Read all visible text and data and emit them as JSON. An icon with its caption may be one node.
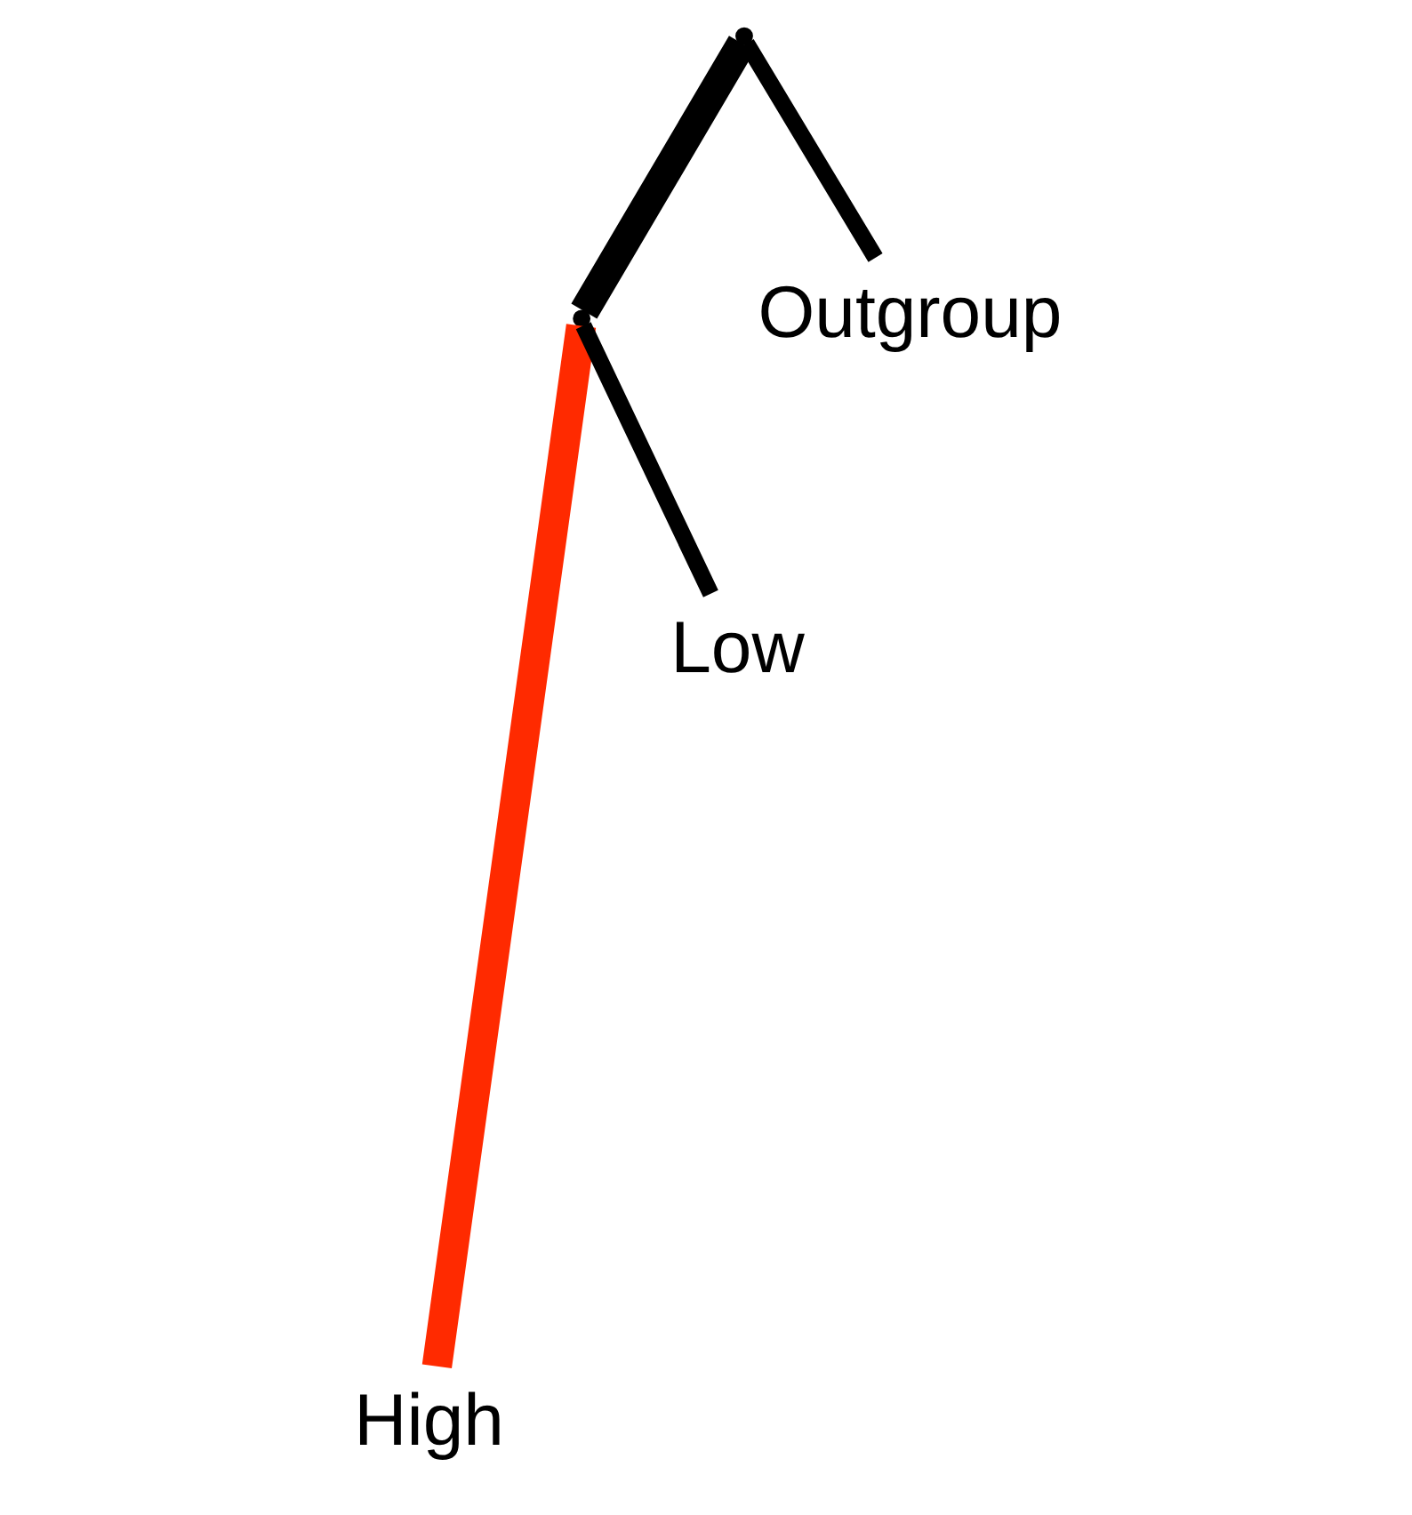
{
  "diagram": {
    "nodes": [
      {
        "text": [],
        "shape": "point"
      },
      {
        "text": [],
        "shape": "point"
      },
      {
        "text": [
          "High"
        ]
      },
      {
        "text": [
          "Low"
        ]
      },
      {
        "text": [
          "Outgroup"
        ]
      }
    ],
    "edges": [
      {
        "from": 0,
        "to": 1,
        "arrow": "none",
        "style": "thick"
      },
      {
        "from": 1,
        "to": 2,
        "arrow": "none",
        "color": "#ff2a00",
        "style": "thick"
      },
      {
        "from": 1,
        "to": 3,
        "arrow": "none"
      },
      {
        "from": 0,
        "to": 4,
        "arrow": "none"
      }
    ]
  }
}
